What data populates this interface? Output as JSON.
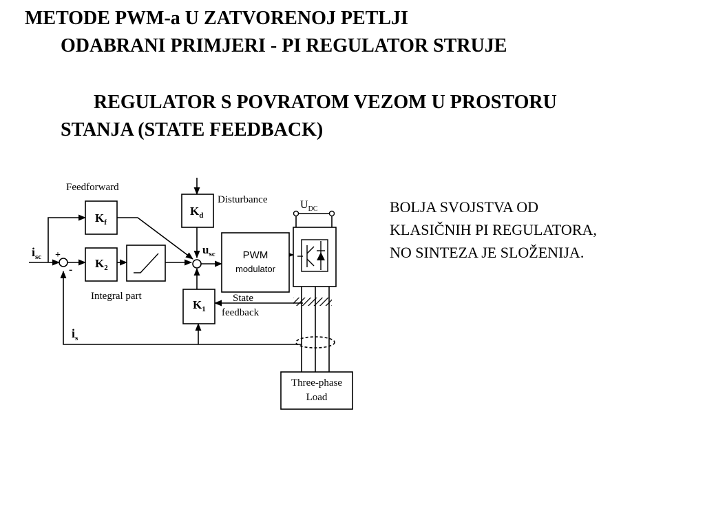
{
  "slide": {
    "title_line1": "METODE PWM-a U ZATVORENOJ PETLJI",
    "title_line2": "ODABRANI PRIMJERI - PI REGULATOR STRUJE",
    "subtitle_line1": "REGULATOR S POVRATOM VEZOM U PROSTORU",
    "subtitle_line2": "STANJA (STATE FEEDBACK)"
  },
  "note": {
    "line1": "BOLJA SVOJSTVA OD",
    "line2": "KLASIČNIH PI REGULATORA,",
    "line3": "NO SINTEZA JE SLOŽENIJA."
  },
  "diagram": {
    "feedforward_label": "Feedforward",
    "kf_main": "K",
    "kf_sub": "f",
    "k2_main": "K",
    "k2_sub": "2",
    "kd_main": "K",
    "kd_sub": "d",
    "k1_main": "K",
    "k1_sub": "1",
    "disturbance_label": "Disturbance",
    "integral_label": "Integral part",
    "isc_main": "i",
    "isc_sub": "sc",
    "usc_main": "u",
    "usc_sub": "sc",
    "is_main": "i",
    "is_sub": "s",
    "plus_sign": "+",
    "minus_sign": "-",
    "pwm_line1": "PWM",
    "pwm_line2": "modulator",
    "udc_main": "U",
    "udc_sub": "DC",
    "state_line1": "State",
    "state_line2": "feedback",
    "load_line1": "Three-phase",
    "load_line2": "Load"
  }
}
